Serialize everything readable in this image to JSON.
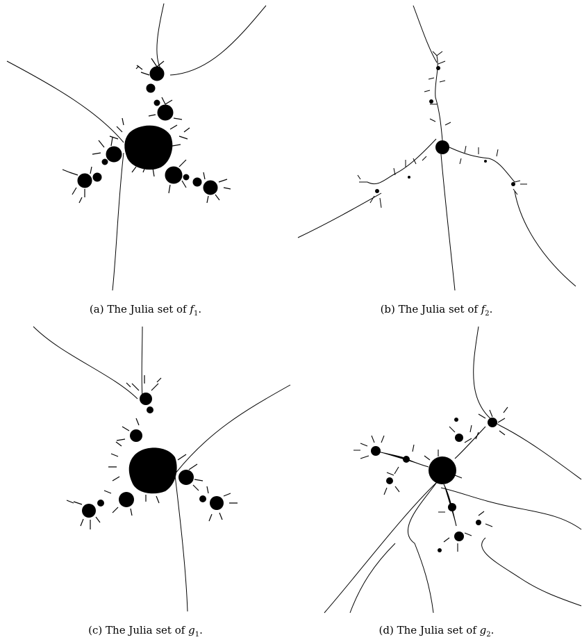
{
  "figures": [
    {
      "label": "(a)",
      "text": "The Julia set of",
      "fn": "f",
      "sub": "1"
    },
    {
      "label": "(b)",
      "text": "The Julia set of",
      "fn": "f",
      "sub": "2"
    },
    {
      "label": "(c)",
      "text": "The Julia set of",
      "fn": "g",
      "sub": "1"
    },
    {
      "label": "(d)",
      "text": "The Julia set of",
      "fn": "g",
      "sub": "2"
    }
  ]
}
